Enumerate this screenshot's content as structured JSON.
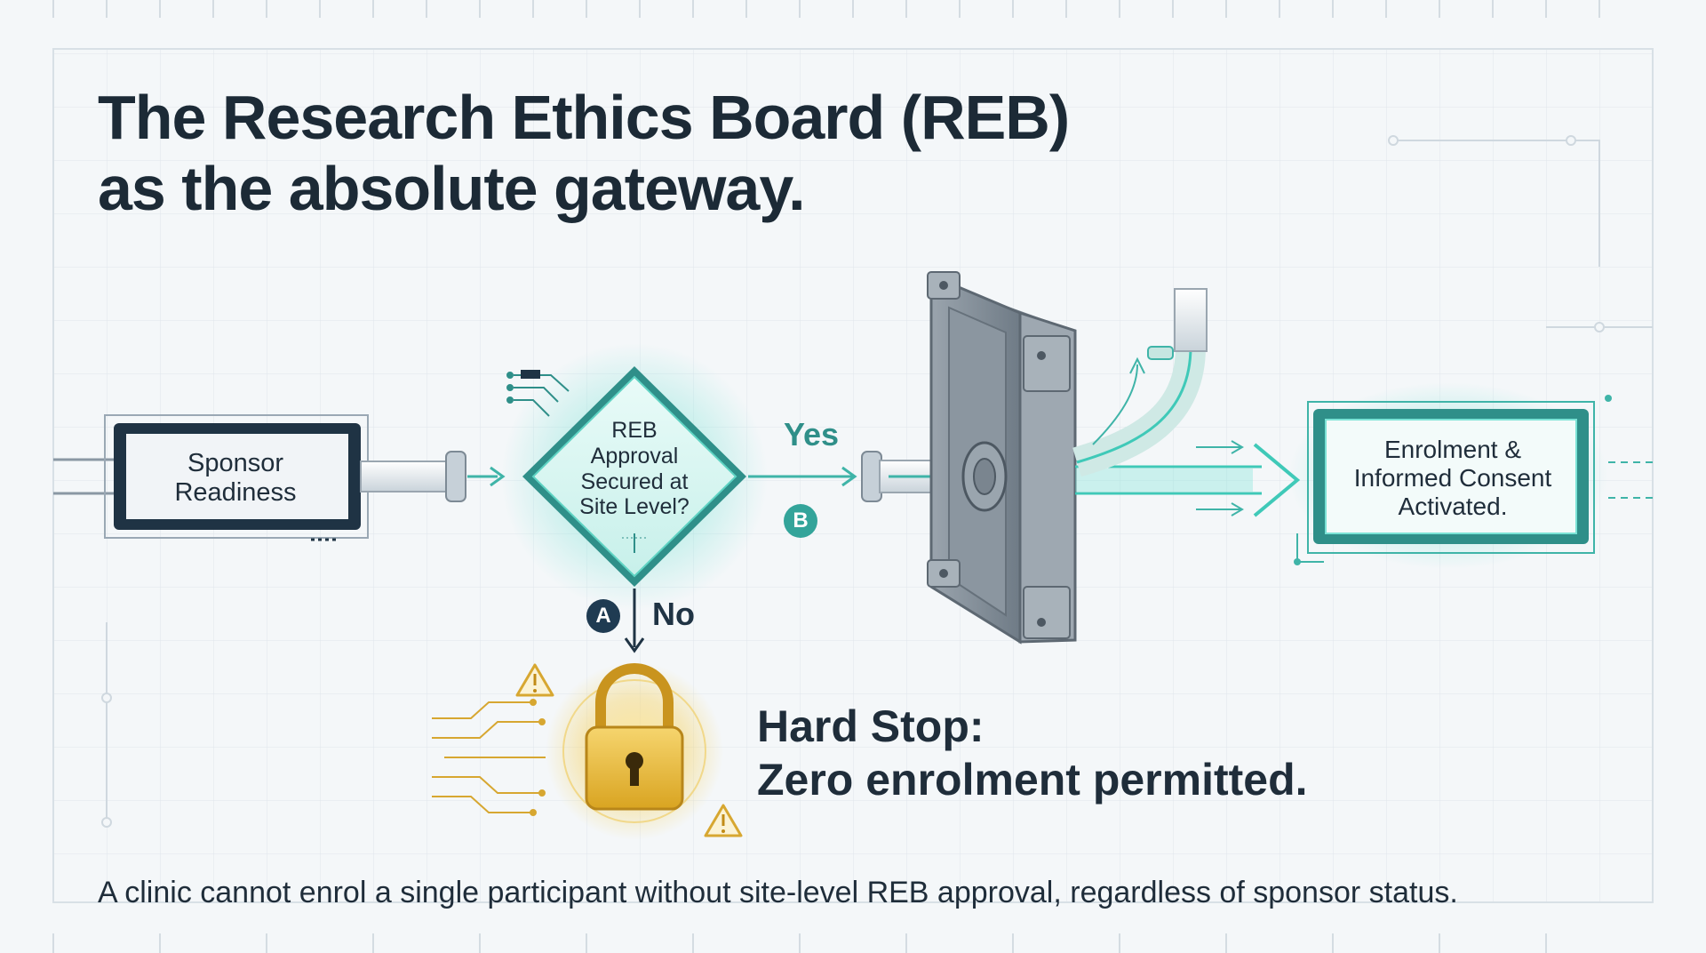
{
  "title": {
    "line1": "The Research Ethics Board (REB)",
    "line2": "as the absolute gateway."
  },
  "flow": {
    "start": {
      "line1": "Sponsor",
      "line2": "Readiness"
    },
    "decision": {
      "line1": "REB",
      "line2": "Approval",
      "line3": "Secured at",
      "line4": "Site Level?"
    },
    "yes_label": "Yes",
    "no_label": "No",
    "badge_a": "A",
    "badge_b": "B",
    "outcome": {
      "line1": "Enrolment &",
      "line2": "Informed Consent",
      "line3": "Activated."
    }
  },
  "hard_stop": {
    "line1": "Hard Stop:",
    "line2": "Zero enrolment permitted."
  },
  "footer": "A clinic cannot enrol a single participant without site-level REB approval, regardless of sponsor status.",
  "colors": {
    "teal": "#3fc9b8",
    "navy": "#1f3344",
    "gold": "#e8b93a",
    "steel": "#8e99a3"
  },
  "icons": [
    "padlock-icon",
    "warning-icon",
    "gate-icon",
    "arrow-icon"
  ]
}
